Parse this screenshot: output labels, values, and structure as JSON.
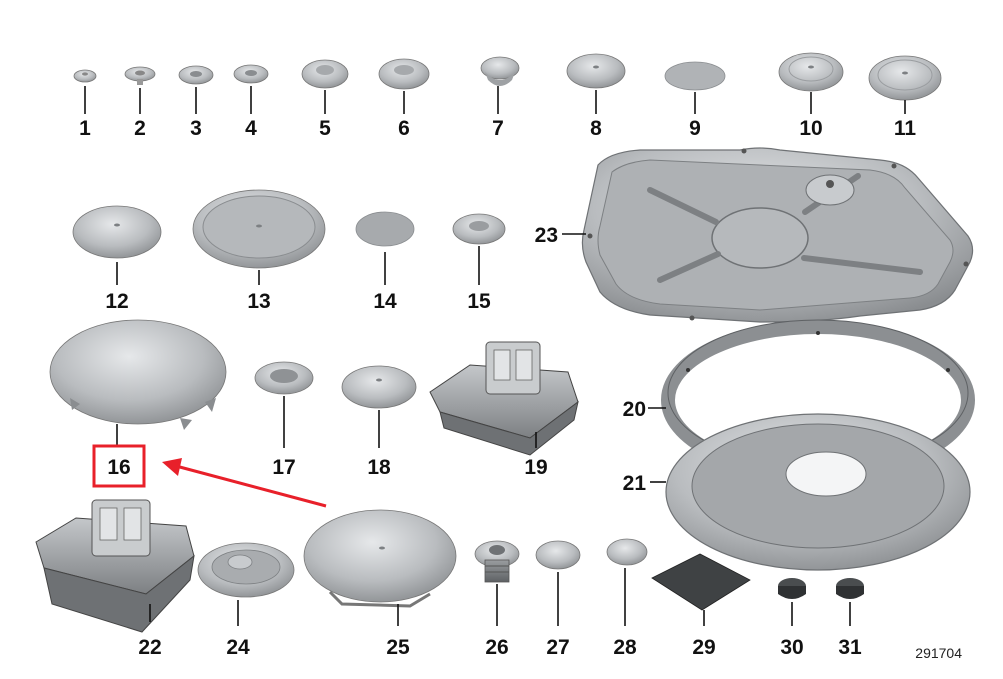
{
  "diagram": {
    "drawing_number": "291704",
    "highlight_color": "#e8202a",
    "highlighted_part": "16",
    "part_color": "#b9bcbf",
    "parts": [
      {
        "num": "1",
        "icon": "small-plug-icon"
      },
      {
        "num": "2",
        "icon": "small-grommet-icon"
      },
      {
        "num": "3",
        "icon": "grommet-icon"
      },
      {
        "num": "4",
        "icon": "grommet-icon"
      },
      {
        "num": "5",
        "icon": "round-plug-icon"
      },
      {
        "num": "6",
        "icon": "round-plug-icon"
      },
      {
        "num": "7",
        "icon": "push-plug-icon"
      },
      {
        "num": "8",
        "icon": "round-plug-icon"
      },
      {
        "num": "9",
        "icon": "flat-plug-icon"
      },
      {
        "num": "10",
        "icon": "round-plug-icon"
      },
      {
        "num": "11",
        "icon": "round-plug-icon"
      },
      {
        "num": "12",
        "icon": "round-plug-icon"
      },
      {
        "num": "13",
        "icon": "large-round-plug-icon"
      },
      {
        "num": "14",
        "icon": "flat-disc-icon"
      },
      {
        "num": "15",
        "icon": "grommet-icon"
      },
      {
        "num": "16",
        "icon": "large-cap-icon"
      },
      {
        "num": "17",
        "icon": "oval-grommet-icon"
      },
      {
        "num": "18",
        "icon": "oval-plug-icon"
      },
      {
        "num": "19",
        "icon": "jack-pad-icon"
      },
      {
        "num": "20",
        "icon": "gasket-ring-icon"
      },
      {
        "num": "21",
        "icon": "speaker-cover-icon"
      },
      {
        "num": "22",
        "icon": "jack-pad-icon"
      },
      {
        "num": "23",
        "icon": "cover-plate-icon"
      },
      {
        "num": "24",
        "icon": "oval-grommet-icon"
      },
      {
        "num": "25",
        "icon": "large-oval-plug-icon"
      },
      {
        "num": "26",
        "icon": "screw-plug-icon"
      },
      {
        "num": "27",
        "icon": "oval-plug-icon"
      },
      {
        "num": "28",
        "icon": "oval-plug-icon"
      },
      {
        "num": "29",
        "icon": "square-pad-icon"
      },
      {
        "num": "30",
        "icon": "rubber-bumper-icon"
      },
      {
        "num": "31",
        "icon": "rubber-bumper-icon"
      }
    ]
  }
}
